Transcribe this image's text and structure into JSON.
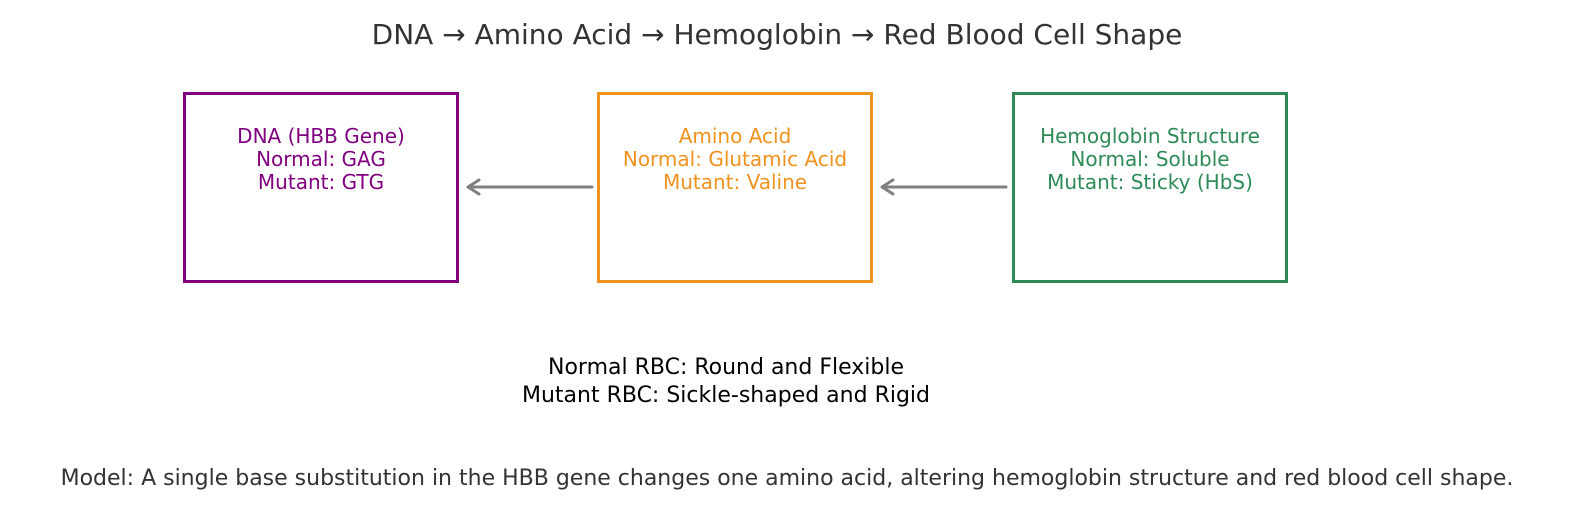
{
  "title": "DNA → Amino Acid → Hemoglobin → Red Blood Cell Shape",
  "colors": {
    "dna": "#800080",
    "amino_acid": "#f0921e",
    "hemoglobin": "#2e8b57",
    "arrow": "#808080",
    "title": "#333333"
  },
  "boxes": {
    "dna": {
      "line1": "DNA (HBB Gene)",
      "line2": "Normal: GAG",
      "line3": "Mutant: GTG"
    },
    "amino_acid": {
      "line1": "Amino Acid",
      "line2": "Normal: Glutamic Acid",
      "line3": "Mutant: Valine"
    },
    "hemoglobin": {
      "line1": "Hemoglobin Structure",
      "line2": "Normal: Soluble",
      "line3": "Mutant: Sticky (HbS)"
    }
  },
  "rbc": {
    "line1": "Normal RBC: Round and Flexible",
    "line2": "Mutant RBC: Sickle-shaped and Rigid"
  },
  "model_text": "Model: A single base substitution in the HBB gene changes one amino acid, altering hemoglobin structure and red blood cell shape."
}
